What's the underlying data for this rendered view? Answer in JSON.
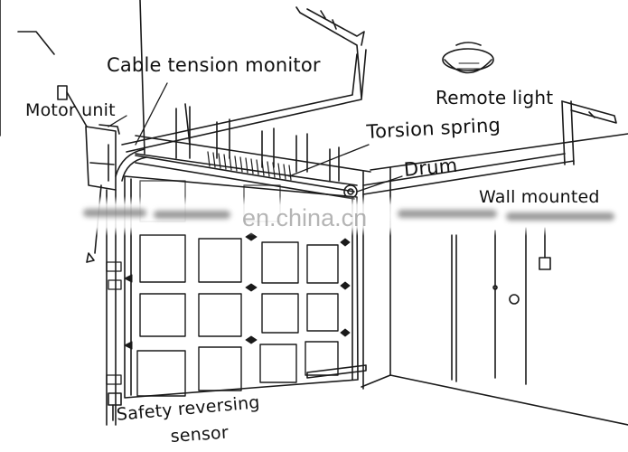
{
  "labels": {
    "cable_tension_monitor": "Cable tension monitor",
    "motor_unit": "Motor unit",
    "remote_light": "Remote light",
    "torsion_spring": "Torsion spring",
    "drum": "Drum",
    "wall_mounted": "Wall mounted",
    "safety_reversing_line1": "Safety reversing",
    "safety_reversing_line2": "sensor"
  },
  "watermark": {
    "text": "en.china.cn"
  },
  "colors": {
    "line": "#1a1a1a",
    "background": "#ffffff",
    "label": "#111111"
  }
}
